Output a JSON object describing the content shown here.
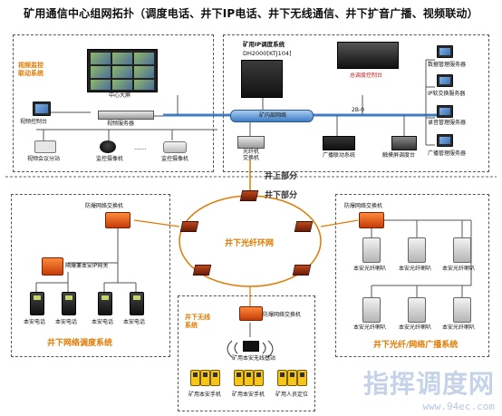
{
  "title": "矿用通信中心组网拓扑（调度电话、井下IP电话、井下无线通信、井下扩音广播、视频联动）",
  "boundary": {
    "above": "井上部分",
    "below": "井下部分"
  },
  "video_system": {
    "title": "视频监控\n联动系统",
    "big_screen": "中心大屏",
    "video_console": "视频控制台",
    "video_server": "视频服务器",
    "video_conference": "视频会议分站",
    "monitor_camera": "监控摄像机",
    "monitor_camera2": "监控摄像机"
  },
  "ip_dispatch": {
    "title_line1": "矿用IP调度系统",
    "title_line2": "DH2000[KTJ104]",
    "master_console": "总调度控制台",
    "office_network": "矿内部网络",
    "fiber_label": "2B-0",
    "broadcast_sys": "广播联动系统",
    "touch_console": "触摸屏调度台",
    "fiber_switch": "光纤机\n交换机",
    "servers": [
      "数据管理服务器",
      "IP软交换服务器",
      "录音管理服务器",
      "广播管理服务器"
    ]
  },
  "ring": {
    "label": "井下光纤环网"
  },
  "left_box": {
    "switch": "防爆网络交换机",
    "gateway": "隔爆兼本安IP网关",
    "phones": [
      "本安电话",
      "本安电话",
      "本安电话",
      "本安电话"
    ],
    "section": "井下网络调度系统"
  },
  "wireless_box": {
    "title": "井下无线\n系统",
    "switch": "防爆网络交换机",
    "base_station": "矿用本安无线基站",
    "devices": [
      "矿用本安手机",
      "矿用本安手机",
      "矿用人员定位"
    ]
  },
  "right_box": {
    "switch": "防爆网络交换机",
    "speakers": [
      "本安光纤喇叭",
      "本安光纤喇叭",
      "本安光纤喇叭",
      "本安光纤喇叭",
      "本安光纤喇叭",
      "本安光纤喇叭"
    ],
    "section": "井下光纤/网络广播系统"
  },
  "watermark": {
    "text": "指挥调度网",
    "url": "www.94ec.com"
  },
  "colors": {
    "ring": "#e07a00",
    "section": "#e07a00",
    "network_bus": "#3e7cc4"
  }
}
